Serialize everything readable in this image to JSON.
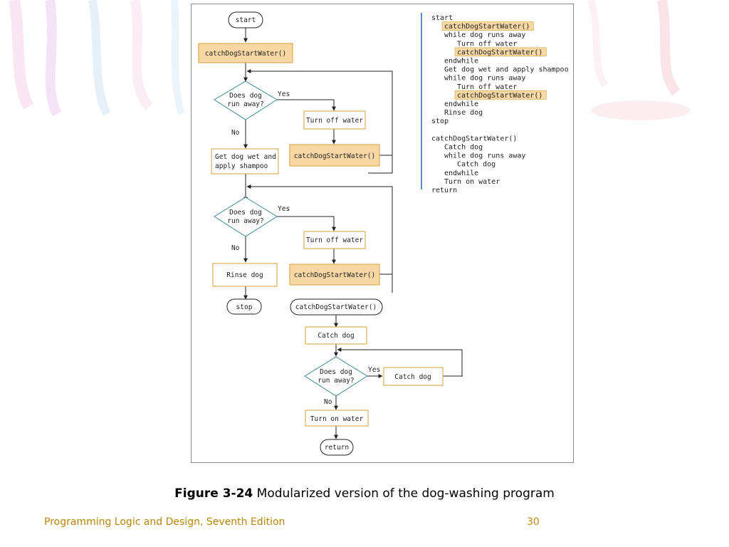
{
  "flowchart": {
    "main": {
      "start": "start",
      "call1": "catchDogStartWater()",
      "decision1": [
        "Does dog",
        "run away?"
      ],
      "yes1": "Yes",
      "no1": "No",
      "turn_off1": "Turn off water",
      "call2": "catchDogStartWater()",
      "get_wet": [
        "Get dog wet and",
        "apply shampoo"
      ],
      "decision2": [
        "Does dog",
        "run away?"
      ],
      "yes2": "Yes",
      "no2": "No",
      "turn_off2": "Turn off water",
      "call3": "catchDogStartWater()",
      "rinse": "Rinse dog",
      "stop": "stop"
    },
    "module": {
      "header": "catchDogStartWater()",
      "catch1": "Catch dog",
      "decision": [
        "Does dog",
        "run away?"
      ],
      "yes": "Yes",
      "no": "No",
      "catch2": "Catch dog",
      "turn_on": "Turn on water",
      "return": "return"
    }
  },
  "pseudocode": [
    {
      "text": "start",
      "indent": 0,
      "highlight": false
    },
    {
      "text": "catchDogStartWater()",
      "indent": 1,
      "highlight": true
    },
    {
      "text": "while dog runs away",
      "indent": 1,
      "highlight": false
    },
    {
      "text": "Turn off water",
      "indent": 2,
      "highlight": false
    },
    {
      "text": "catchDogStartWater()",
      "indent": 2,
      "highlight": true
    },
    {
      "text": "endwhile",
      "indent": 1,
      "highlight": false
    },
    {
      "text": "Get dog wet and apply shampoo",
      "indent": 1,
      "highlight": false
    },
    {
      "text": "while dog runs away",
      "indent": 1,
      "highlight": false
    },
    {
      "text": "Turn off water",
      "indent": 2,
      "highlight": false
    },
    {
      "text": "catchDogStartWater()",
      "indent": 2,
      "highlight": true
    },
    {
      "text": "endwhile",
      "indent": 1,
      "highlight": false
    },
    {
      "text": "Rinse dog",
      "indent": 1,
      "highlight": false
    },
    {
      "text": "stop",
      "indent": 0,
      "highlight": false
    },
    {
      "text": "",
      "indent": 0,
      "highlight": false
    },
    {
      "text": "catchDogStartWater()",
      "indent": 0,
      "highlight": false
    },
    {
      "text": "Catch dog",
      "indent": 1,
      "highlight": false
    },
    {
      "text": "while dog runs away",
      "indent": 1,
      "highlight": false
    },
    {
      "text": "Catch dog",
      "indent": 2,
      "highlight": false
    },
    {
      "text": "endwhile",
      "indent": 1,
      "highlight": false
    },
    {
      "text": "Turn on water",
      "indent": 1,
      "highlight": false
    },
    {
      "text": "return",
      "indent": 0,
      "highlight": false
    }
  ],
  "caption": {
    "label": "Figure 3-24",
    "text": " Modularized version of the dog-washing program"
  },
  "footer": {
    "title": "Programming Logic and Design, Seventh Edition",
    "page": "30"
  },
  "colors": {
    "highlight_fill": "#f7d7a4",
    "box_stroke": "#d4a23a",
    "decision_stroke": "#3d8a8a",
    "line": "#222222",
    "pseudocode_bar": "#5b8fc7",
    "footer_text": "#b8860b"
  }
}
